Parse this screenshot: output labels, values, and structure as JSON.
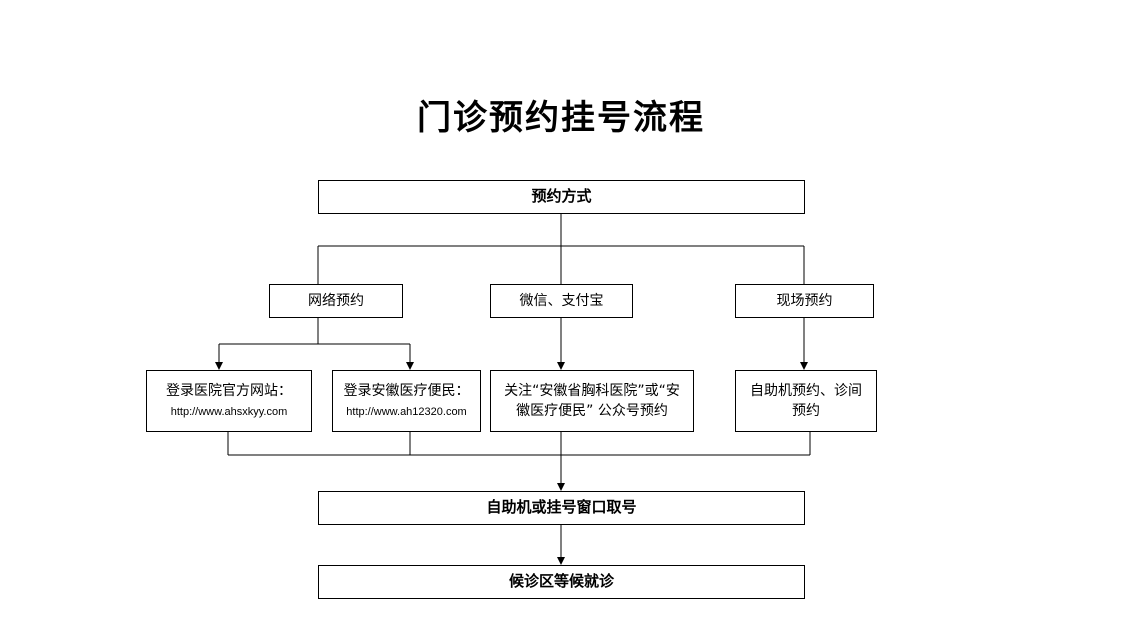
{
  "title": "门诊预约挂号流程",
  "nodes": {
    "methods": "预约方式",
    "online": "网络预约",
    "wechat_alipay": "微信、支付宝",
    "onsite": "现场预约",
    "official_site": {
      "label": "登录医院官方网站：",
      "url": "http://www.ahsxkyy.com"
    },
    "ah_convenience": {
      "label": "登录安徽医疗便民：",
      "url": "http://www.ah12320.com"
    },
    "follow_account": "关注“安徽省胸科医院”或“安徽医疗便民”  公众号预约",
    "kiosk_clinic": "自助机预约、诊间预约",
    "pickup": "自助机或挂号窗口取号",
    "wait": "候诊区等候就诊"
  },
  "colors": {
    "line": "#000000",
    "box_border": "#000000",
    "background": "#ffffff"
  }
}
